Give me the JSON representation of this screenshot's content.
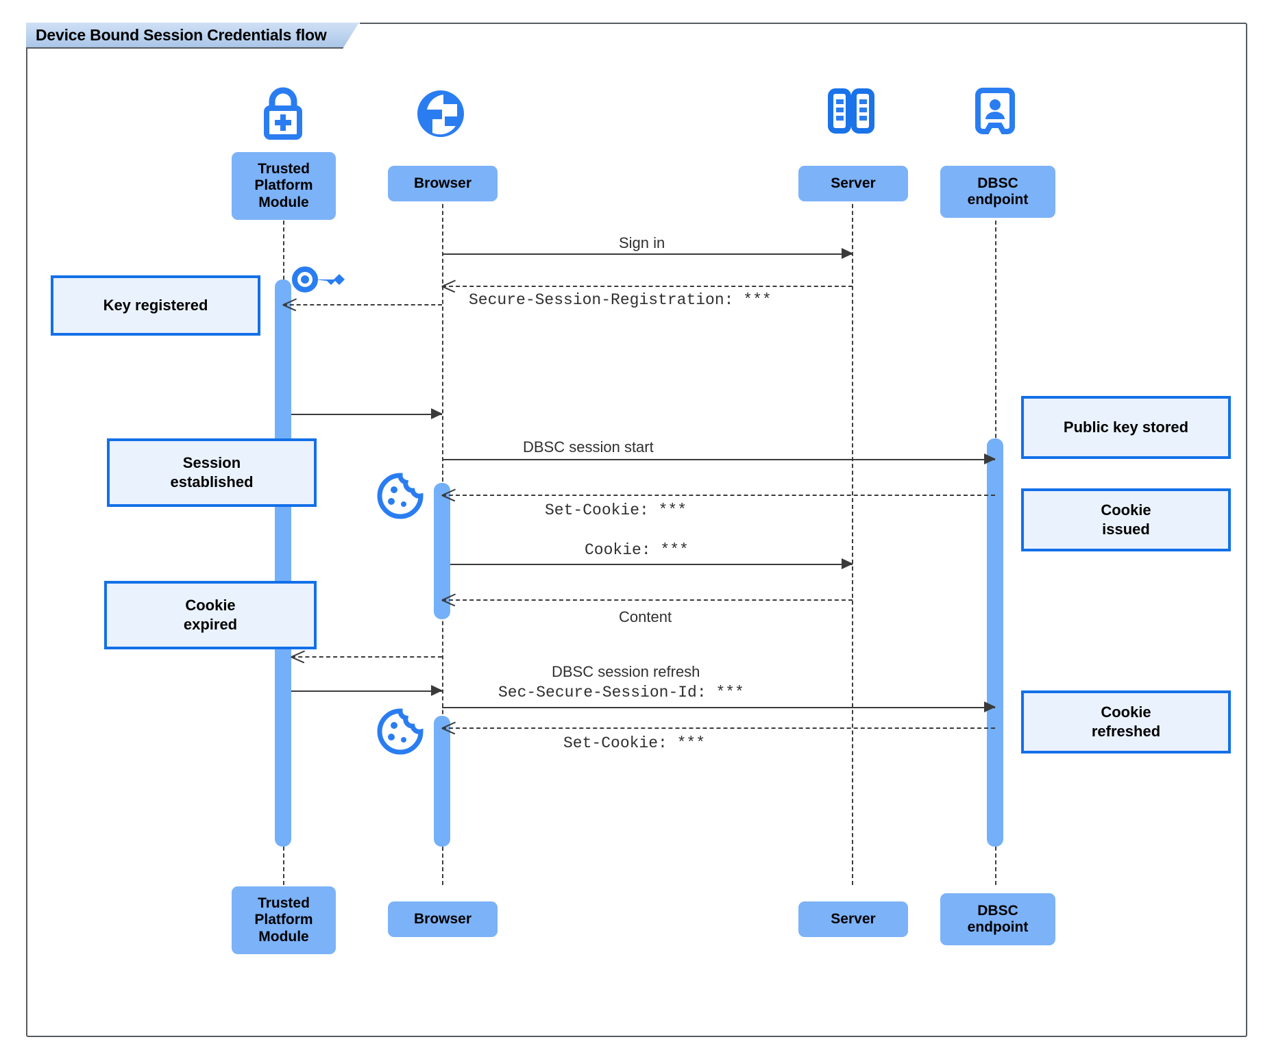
{
  "diagram": {
    "title": "Device Bound Session Credentials flow",
    "type": "uml-sequence-diagram",
    "colors": {
      "participant_fill": "#7cb2f8",
      "activation_fill": "#74b0f9",
      "note_fill": "#eaf2fd",
      "note_border": "#1370e8",
      "icon_blue": "#2a7df0",
      "lifeline": "#3c3c3c",
      "frame_border": "#555a5f",
      "title_bar": "#bcd3ef"
    }
  },
  "participants": [
    {
      "id": "tpm",
      "label": "Trusted\nPlatform\nModule",
      "icon": "lock-plus-icon"
    },
    {
      "id": "browser",
      "label": "Browser",
      "icon": "globe-icon"
    },
    {
      "id": "server",
      "label": "Server",
      "icon": "server-rack-icon"
    },
    {
      "id": "dbsc",
      "label": "DBSC\nendpoint",
      "icon": "id-badge-icon"
    }
  ],
  "participants_bottom": [
    {
      "id": "tpm",
      "label": "Trusted\nPlatform\nModule"
    },
    {
      "id": "browser",
      "label": "Browser"
    },
    {
      "id": "server",
      "label": "Server"
    },
    {
      "id": "dbsc",
      "label": "DBSC\nendpoint"
    }
  ],
  "messages": [
    {
      "id": "m1",
      "label": "Sign in",
      "style": "sans",
      "from": "browser",
      "to": "server",
      "line": "solid",
      "direction": "right"
    },
    {
      "id": "m2",
      "label": "Secure-Session-Registration: ***",
      "style": "mono",
      "from": "server",
      "to": "browser",
      "line": "dashed",
      "direction": "left"
    },
    {
      "id": "m3",
      "label": "",
      "style": "sans",
      "from": "tpm",
      "to": "browser",
      "line": "solid",
      "direction": "right"
    },
    {
      "id": "m4",
      "label": "DBSC session start",
      "style": "sans",
      "from": "browser",
      "to": "dbsc",
      "line": "solid",
      "direction": "right"
    },
    {
      "id": "m5",
      "label": "Set-Cookie: ***",
      "style": "mono",
      "from": "dbsc",
      "to": "browser",
      "line": "dashed",
      "direction": "left"
    },
    {
      "id": "m6",
      "label": "Cookie: ***",
      "style": "mono",
      "from": "browser",
      "to": "server",
      "line": "solid",
      "direction": "right"
    },
    {
      "id": "m7",
      "label": "Content",
      "style": "sans",
      "from": "server",
      "to": "browser",
      "line": "dashed",
      "direction": "left"
    },
    {
      "id": "m8",
      "label": "",
      "style": "sans",
      "from": "browser",
      "to": "tpm",
      "line": "dashed",
      "direction": "left"
    },
    {
      "id": "m9",
      "label": "DBSC session refresh",
      "style": "sans",
      "from": "tpm",
      "to": "browser",
      "line": "solid",
      "direction": "right"
    },
    {
      "id": "m10",
      "label": "Sec-Secure-Session-Id: ***",
      "style": "mono",
      "from": "browser",
      "to": "dbsc",
      "line": "solid",
      "direction": "right"
    },
    {
      "id": "m11",
      "label": "Set-Cookie: ***",
      "style": "mono",
      "from": "dbsc",
      "to": "browser",
      "line": "dashed",
      "direction": "left"
    }
  ],
  "notes": [
    {
      "id": "n1",
      "label": "Key registered",
      "side": "left",
      "attached_to": "tpm"
    },
    {
      "id": "n2",
      "label": "Session\nestablished",
      "side": "left",
      "attached_to": "tpm"
    },
    {
      "id": "n3",
      "label": "Cookie\nexpired",
      "side": "left",
      "attached_to": "tpm"
    },
    {
      "id": "n4",
      "label": "Public key stored",
      "side": "right",
      "attached_to": "dbsc"
    },
    {
      "id": "n5",
      "label": "Cookie\nissued",
      "side": "right",
      "attached_to": "dbsc"
    },
    {
      "id": "n6",
      "label": "Cookie\nrefreshed",
      "side": "right",
      "attached_to": "dbsc"
    }
  ],
  "inline_icons": [
    {
      "id": "key",
      "name": "key-icon",
      "near": "tpm"
    },
    {
      "id": "cookie1",
      "name": "cookie-icon",
      "near": "browser"
    },
    {
      "id": "cookie2",
      "name": "cookie-icon",
      "near": "browser"
    }
  ]
}
